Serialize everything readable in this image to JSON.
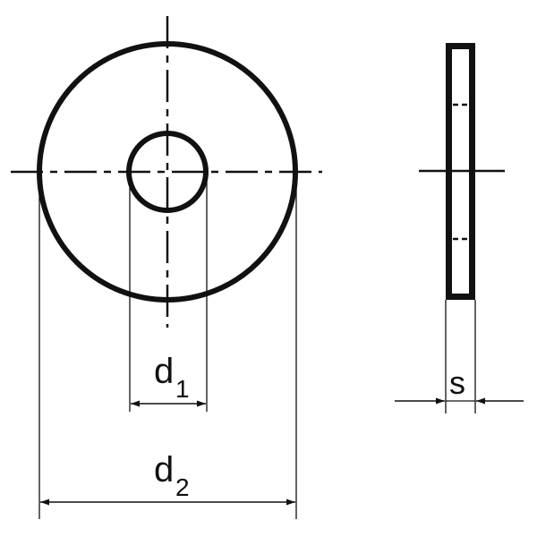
{
  "diagram": {
    "labels": {
      "inner_diameter": {
        "main": "d",
        "sub": "1"
      },
      "outer_diameter": {
        "main": "d",
        "sub": "2"
      },
      "thickness": {
        "main": "s"
      }
    },
    "colors": {
      "stroke": "#111111",
      "background": "#ffffff"
    }
  }
}
